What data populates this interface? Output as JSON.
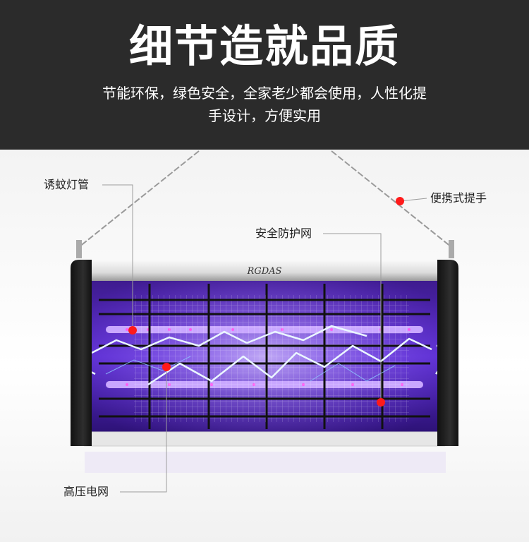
{
  "header": {
    "title": "细节造就品质",
    "subtitle_line1": "节能环保，绿色安全，全家老少都会使用，人性化提",
    "subtitle_line2": "手设计，方便实用"
  },
  "product": {
    "brand_logo": "RGDAS"
  },
  "callouts": {
    "uv_tube": "诱蚊灯管",
    "handle": "便携式提手",
    "guard_net": "安全防护网",
    "hv_grid": "高压电网"
  },
  "colors": {
    "header_bg": "#2b2b2b",
    "marker_red": "#ff1a1a",
    "uv_purple": "#8f3dff",
    "frame_black": "#1a1a1a"
  }
}
